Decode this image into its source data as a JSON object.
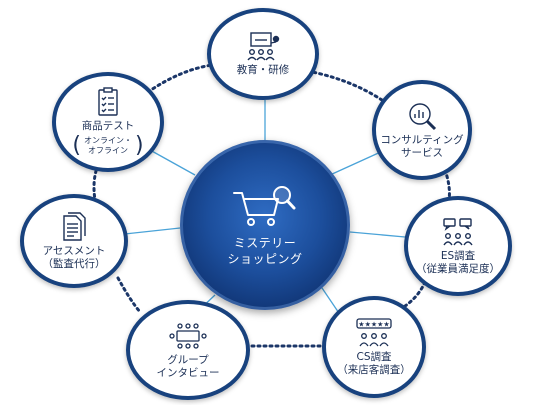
{
  "center": {
    "line1": "ミステリー",
    "line2": "ショッピング",
    "icon": "shopping-cart-magnifier-icon"
  },
  "nodes": {
    "education": {
      "label": "教育・研修",
      "icon": "classroom-presentation-icon"
    },
    "consulting": {
      "line1": "コンサルティング",
      "line2": "サービス",
      "icon": "analytics-magnifier-icon"
    },
    "es": {
      "line1": "ES調査",
      "line2": "（従業員満足度）",
      "icon": "people-chat-icon"
    },
    "cs": {
      "line1": "CS調査",
      "line2": "（来店客調査）",
      "icon": "rating-stars-people-icon"
    },
    "group": {
      "line1": "グループ",
      "line2": "インタビュー",
      "icon": "meeting-table-icon"
    },
    "assessment": {
      "line1": "アセスメント",
      "line2": "（監査代行）",
      "icon": "documents-icon"
    },
    "product": {
      "line1": "商品テスト",
      "sub1": "オンライン・",
      "sub2": "オフライン",
      "icon": "checklist-clipboard-icon"
    }
  },
  "colors": {
    "navy": "#18427e",
    "center": "#1c4e9c",
    "connector": "#4aa3d8",
    "ring_dots": "#1b3668",
    "text": "#1b2f55"
  }
}
